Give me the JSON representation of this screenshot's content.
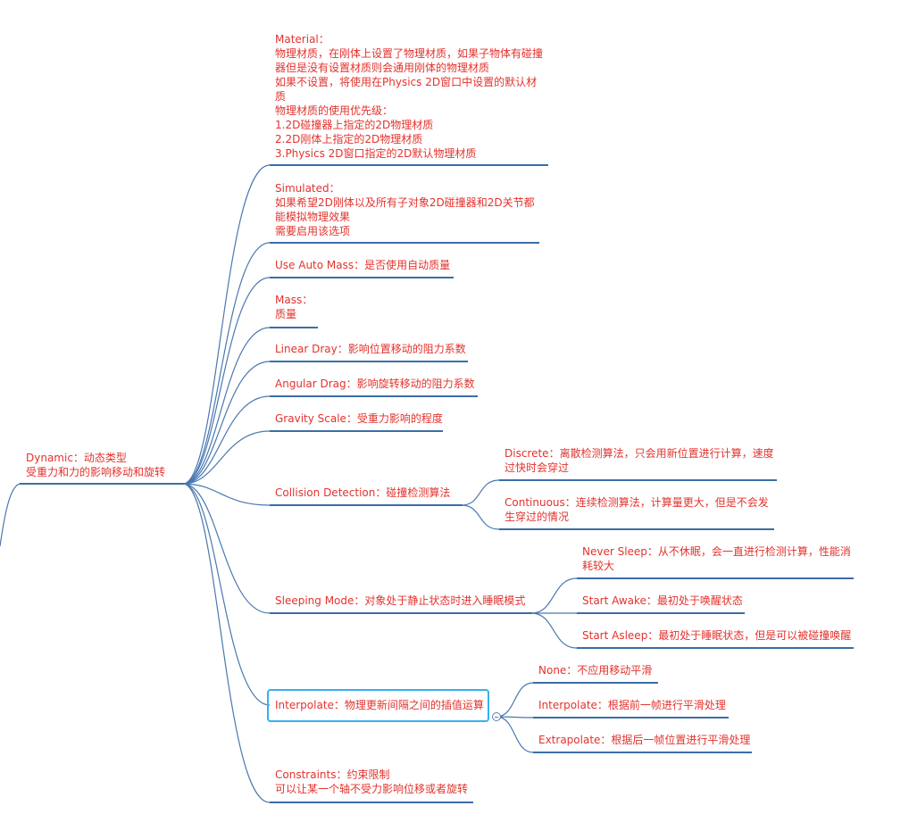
{
  "root": {
    "text": "Dynamic：动态类型\n受重力和力的影响移动和旋转"
  },
  "nodes": {
    "material": "Material：\n物理材质，在刚体上设置了物理材质，如果子物体有碰撞\n器但是没有设置材质则会通用刚体的物理材质\n如果不设置，将使用在Physics 2D窗口中设置的默认材\n质\n物理材质的使用优先级：\n1.2D碰撞器上指定的2D物理材质\n2.2D刚体上指定的2D物理材质\n3.Physics 2D窗口指定的2D默认物理材质",
    "simulated": "Simulated：\n如果希望2D刚体以及所有子对象2D碰撞器和2D关节都\n能模拟物理效果\n需要启用该选项",
    "use_auto_mass": "Use Auto Mass：是否使用自动质量",
    "mass": "Mass：\n质量",
    "linear_dray": "Linear Dray：影响位置移动的阻力系数",
    "angular_drag": "Angular Drag：影响旋转移动的阻力系数",
    "gravity_scale": "Gravity Scale：受重力影响的程度",
    "collision_detection": "Collision Detection：碰撞检测算法",
    "discrete": "Discrete：离散检测算法，只会用新位置进行计算，速度\n过快时会穿过",
    "continuous": "Continuous：连续检测算法，计算量更大，但是不会发\n生穿过的情况",
    "sleeping_mode": "Sleeping Mode：对象处于静止状态时进入睡眠模式",
    "never_sleep": "Never Sleep：从不休眠，会一直进行检测计算，性能消\n耗较大",
    "start_awake": "Start Awake：最初处于唤醒状态",
    "start_asleep": "Start Asleep：最初处于睡眠状态，但是可以被碰撞唤醒",
    "interpolate": "Interpolate：物理更新间隔之间的插值运算",
    "none": "None：不应用移动平滑",
    "interpolate_child": "Interpolate：根据前一帧进行平滑处理",
    "extrapolate": "Extrapolate：根据后一帧位置进行平滑处理",
    "constraints": "Constraints：约束限制\n可以让某一个轴不受力影响位移或者旋转"
  },
  "colors": {
    "text": "#e3322d",
    "line": "#3b6ea5",
    "selection": "#36b0ec"
  }
}
